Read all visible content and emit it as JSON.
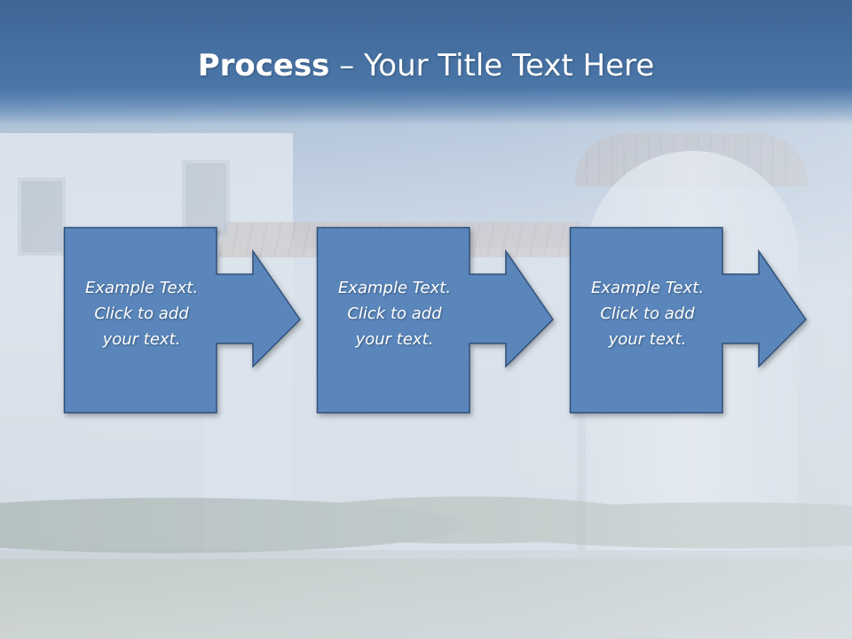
{
  "slide": {
    "title_bold": "Process",
    "title_rest": " – Your Title Text Here"
  },
  "steps": [
    {
      "text": "Example Text.\nClick  to add\nyour text."
    },
    {
      "text": "Example Text.\nClick  to add\nyour text."
    },
    {
      "text": "Example Text.\nClick  to add\nyour text."
    }
  ],
  "colors": {
    "shape_fill": "#5a86bb",
    "shape_stroke": "#2f507a",
    "title_text": "#ffffff"
  }
}
